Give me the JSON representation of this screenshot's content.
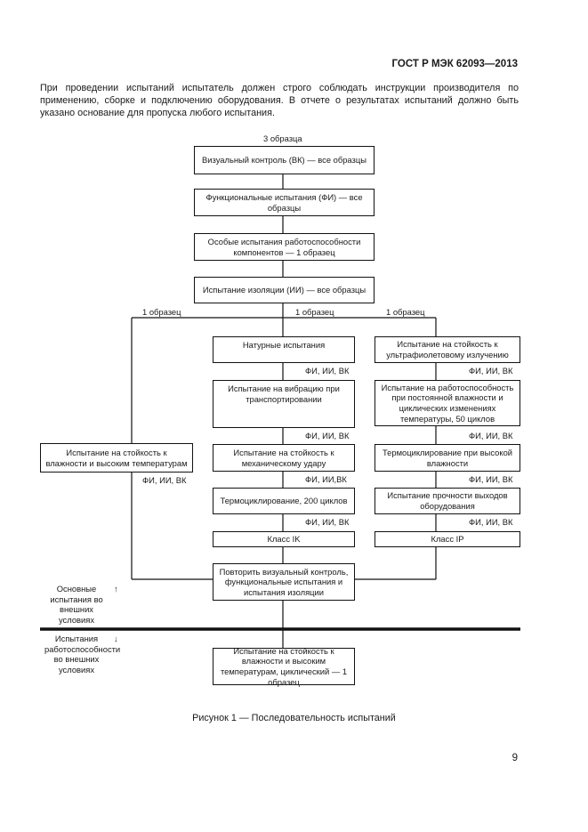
{
  "header": "ГОСТ Р МЭК 62093—2013",
  "intro": "При проведении испытаний испытатель должен строго соблюдать инструкции производителя по применению, сборке и подключению оборудования. В отчете о результатах испытаний должно быть указано основание для пропуска любого испытания.",
  "flow": {
    "top_label": "3 образца",
    "vk": "Визуальный контроль (ВК) — все образцы",
    "fi": "Функциональные испытания (ФИ) — все образцы",
    "special": "Особые испытания работоспособности компонентов — 1 образец",
    "ii": "Испытание изоляции (ИИ) — все образцы",
    "branch_left_label": "1 образец",
    "branch_mid_label": "1 образец",
    "branch_right_label": "1 образец",
    "left_box": "Испытание на стойкость к влажности и высоким температурам",
    "left_after": "ФИ, ИИ, ВК",
    "mid": {
      "b1": "Натурные испытания",
      "a1": "ФИ, ИИ, ВК",
      "b2": "Испытание на вибрацию при транспортировании",
      "a2": "ФИ, ИИ, ВК",
      "b3": "Испытание на стойкость к механическому удару",
      "a3": "ФИ, ИИ,ВК",
      "b4": "Термоциклирование, 200 циклов",
      "a4": "ФИ, ИИ, ВК",
      "b5": "Класс IK"
    },
    "right": {
      "b1": "Испытание на стойкость к ультрафиолетовому излучению",
      "a1": "ФИ, ИИ, ВК",
      "b2": "Испытание на работоспособность при постоянной влажности и циклических изменениях температуры, 50 циклов",
      "a2": "ФИ, ИИ, ВК",
      "b3": "Термоциклирование при высокой влажности",
      "a3": "ФИ, ИИ, ВК",
      "b4": "Испытание прочности выходов оборудования",
      "a4": "ФИ, ИИ, ВК",
      "b5": "Класс IP"
    },
    "repeat": "Повторить визуальный контроль, функциональные испытания и испытания изоляции",
    "side_upper": "Основные испытания во внешних условиях",
    "side_upper_arrow": "↑",
    "side_lower": "Испытания работоспособности во внешних условиях",
    "side_lower_arrow": "↓",
    "final": "Испытание на стойкость к влажности и высоким температурам, циклический — 1 образец"
  },
  "caption": "Рисунок 1 — Последовательность испытаний",
  "page_number": "9"
}
